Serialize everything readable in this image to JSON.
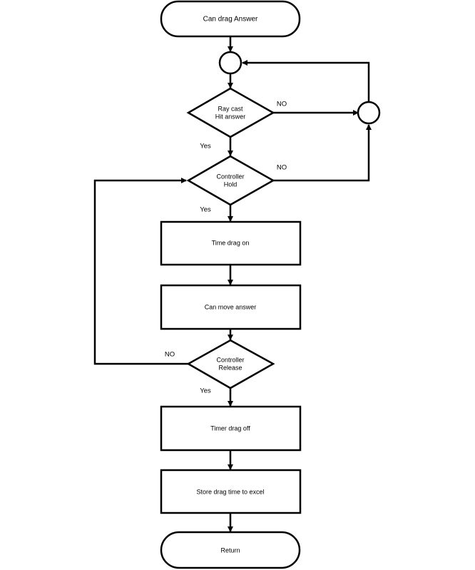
{
  "nodes": {
    "start": "Can drag Answer",
    "raycast": {
      "line1": "Ray cast",
      "line2": "Hit answer"
    },
    "hold": {
      "line1": "Controller",
      "line2": "Hold"
    },
    "time_drag_on": "Time drag on",
    "move": "Can move answer",
    "release": {
      "line1": "Controller",
      "line2": "Release"
    },
    "timer_off": "Timer drag off",
    "store": "Store drag time to excel",
    "end": "Return"
  },
  "branches": {
    "raycast_no": "NO",
    "raycast_yes": "Yes",
    "hold_no": "NO",
    "hold_yes": "Yes",
    "release_no": "NO",
    "release_yes": "Yes"
  },
  "colors": {
    "stroke": "#000000",
    "fill": "#ffffff"
  }
}
